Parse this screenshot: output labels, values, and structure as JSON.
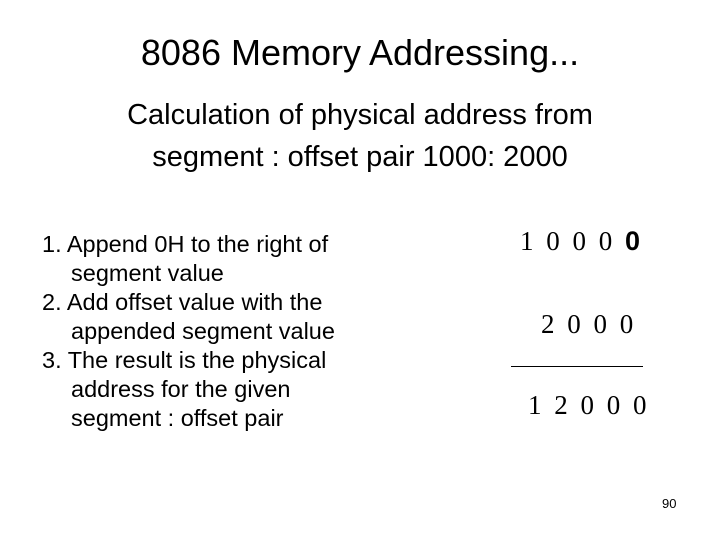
{
  "slide": {
    "title": "8086 Memory Addressing...",
    "subtitle_line1": "Calculation of physical address from",
    "subtitle_line2": "segment : offset pair 1000: 2000",
    "steps": [
      "1. Append 0H to the right of",
      "segment value",
      "2. Add offset value with the",
      "appended segment value",
      "3. The result is the physical",
      "address for the given",
      "segment : offset pair"
    ],
    "calculation": {
      "segment_digits": "1 0 0 0",
      "appended_digit": "0",
      "offset_digits": "2 0 0 0",
      "result_digits": "1 2 0 0 0"
    },
    "page_number": "90"
  }
}
